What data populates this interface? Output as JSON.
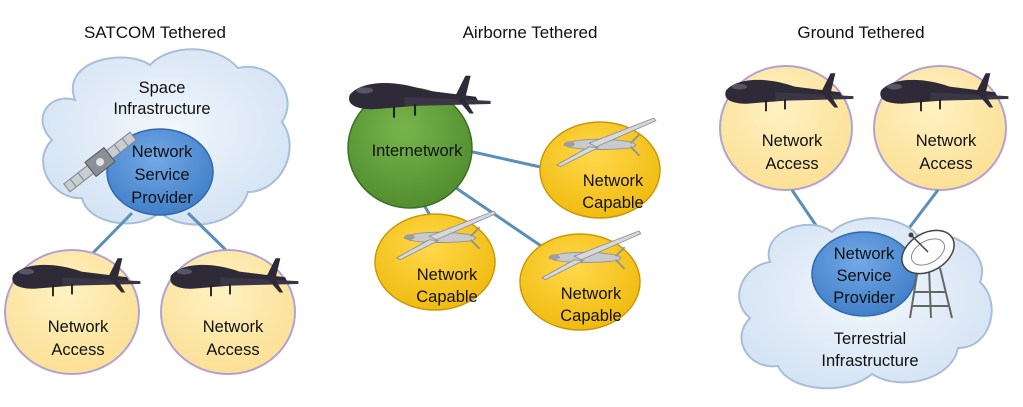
{
  "colors": {
    "cloud_fill": "#dce8f6",
    "cloud_stroke": "#8ea6c6",
    "provider_fill": "#4f8ed6",
    "access_fill": "#fde6a0",
    "capable_fill": "#f4c214",
    "internetwork_fill": "#5f9e3a",
    "link": "#5a8fb8"
  },
  "sections": {
    "satcom": {
      "title": "SATCOM Tethered",
      "cloud_label": [
        "Space",
        "Infrastructure"
      ],
      "provider_label": [
        "Network",
        "Service",
        "Provider"
      ],
      "access_left": [
        "Network",
        "Access"
      ],
      "access_right": [
        "Network",
        "Access"
      ],
      "icons": [
        "satellite-icon",
        "uav-icon"
      ]
    },
    "airborne": {
      "title": "Airborne Tethered",
      "hub_label": [
        "Internetwork"
      ],
      "capable_right": [
        "Network",
        "Capable"
      ],
      "capable_left": [
        "Network",
        "Capable"
      ],
      "capable_mid": [
        "Network",
        "Capable"
      ],
      "icons": [
        "uav-icon",
        "drone-icon"
      ]
    },
    "ground": {
      "title": "Ground Tethered",
      "access_left": [
        "Network",
        "Access"
      ],
      "access_right": [
        "Network",
        "Access"
      ],
      "provider_label": [
        "Network",
        "Service",
        "Provider"
      ],
      "cloud_label": [
        "Terrestrial",
        "Infrastructure"
      ],
      "icons": [
        "uav-icon",
        "dish-antenna-icon"
      ]
    }
  }
}
